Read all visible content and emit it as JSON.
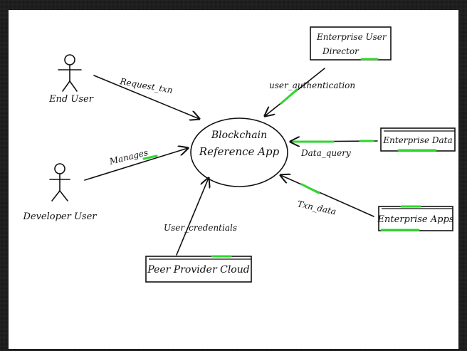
{
  "diagram": {
    "center": {
      "line1": "Blockchain",
      "line2": "Reference App"
    },
    "actors": {
      "end_user": "End User",
      "developer_user": "Developer User"
    },
    "boxes": {
      "enterprise_user_director": {
        "line1": "Enterprise User",
        "line2": "Director"
      },
      "enterprise_data": "Enterprise Data",
      "enterprise_apps": "Enterprise Apps",
      "peer_provider_cloud": "Peer Provider Cloud"
    },
    "edges": {
      "request_txn": "Request_txn",
      "manages": "Manages",
      "user_authentication": "user_authentication",
      "data_query": "Data_query",
      "txn_data": "Txn_data",
      "user_credentials": "User_credentials"
    },
    "colors": {
      "ink": "#111111",
      "highlight": "#2fd62f",
      "frame": "#1b1b1b"
    }
  }
}
